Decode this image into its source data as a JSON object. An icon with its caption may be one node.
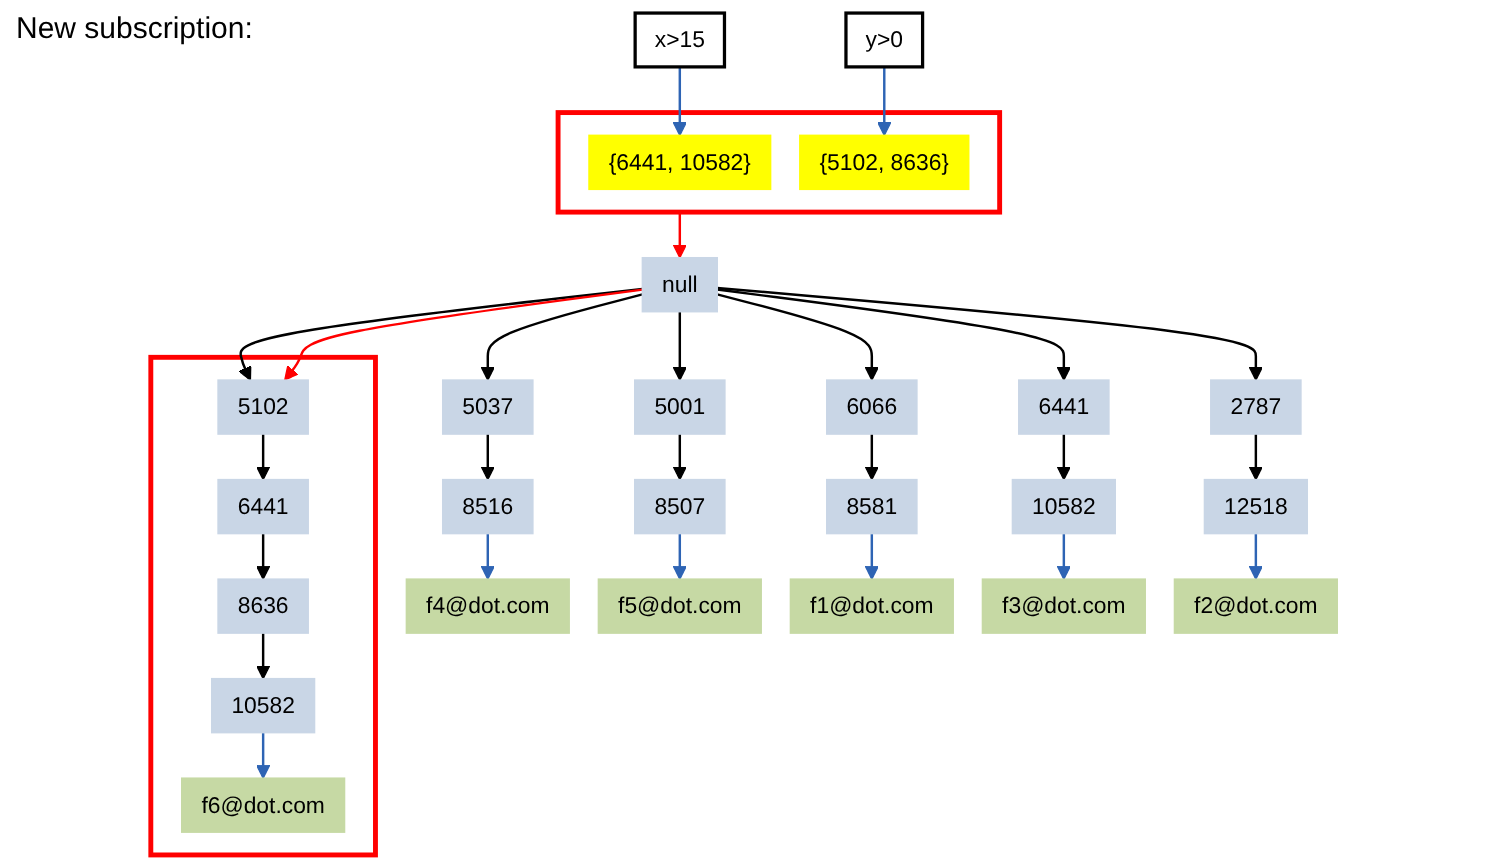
{
  "diagram": {
    "nodes": [
      {
        "text": [
          "null"
        ]
      },
      {
        "text": [
          "5037"
        ]
      },
      {
        "text": [
          "8516"
        ]
      },
      {
        "text": [
          "f4@dot.com"
        ]
      },
      {
        "text": [],
        "shape": "box"
      },
      {
        "text": [
          "5102"
        ],
        "in": 4
      },
      {
        "text": [
          "6441"
        ],
        "in": 4
      },
      {
        "text": [
          "8636"
        ],
        "in": 4
      },
      {
        "text": [
          "10582"
        ],
        "in": 4
      },
      {
        "text": [
          "f6@dot.com"
        ],
        "in": 4
      },
      {
        "text": [
          "5001"
        ]
      },
      {
        "text": [
          "8507"
        ]
      },
      {
        "text": [
          "f5@dot.com"
        ]
      },
      {
        "text": [
          "6066"
        ]
      },
      {
        "text": [
          "8581"
        ]
      },
      {
        "text": [
          "f1@dot.com"
        ]
      },
      {
        "text": [
          "6441"
        ]
      },
      {
        "text": [
          "10582"
        ]
      },
      {
        "text": [
          "f3@dot.com"
        ]
      },
      {
        "text": [
          "2787"
        ]
      },
      {
        "text": [
          "12518"
        ]
      },
      {
        "text": [
          "f2@dot.com"
        ]
      },
      {
        "text": [
          "x>15"
        ]
      },
      {
        "text": [
          "y>0"
        ]
      },
      {
        "text": [],
        "shape": "box"
      },
      {
        "text": [
          "{6441, 10582}"
        ],
        "in": 24
      },
      {
        "text": [
          "{5102, 8636}"
        ],
        "in": 24
      }
    ],
    "edges": [
      {
        "from": 0,
        "to": 1,
        "arrow": "to"
      },
      {
        "from": 0,
        "to": 5,
        "arrow": "to"
      },
      {
        "from": 0,
        "to": 10,
        "arrow": "to"
      },
      {
        "from": 0,
        "to": 13,
        "arrow": "to"
      },
      {
        "from": 0,
        "to": 16,
        "arrow": "to"
      },
      {
        "from": 0,
        "to": 19,
        "arrow": "to"
      },
      {
        "from": 1,
        "to": 2,
        "arrow": "to"
      },
      {
        "from": 2,
        "to": 3,
        "arrow": "to",
        "color": "#2e64b4"
      },
      {
        "from": 5,
        "to": 6,
        "arrow": "to"
      },
      {
        "from": 6,
        "to": 7,
        "arrow": "to"
      },
      {
        "from": 7,
        "to": 8,
        "arrow": "to"
      },
      {
        "from": 8,
        "to": 9,
        "arrow": "to",
        "color": "#2e64b4"
      },
      {
        "from": 10,
        "to": 11,
        "arrow": "to"
      },
      {
        "from": 11,
        "to": 12,
        "arrow": "to",
        "color": "#2e64b4"
      },
      {
        "from": 13,
        "to": 14,
        "arrow": "to"
      },
      {
        "from": 14,
        "to": 15,
        "arrow": "to",
        "color": "#2e64b4"
      },
      {
        "from": 16,
        "to": 17,
        "arrow": "to"
      },
      {
        "from": 17,
        "to": 18,
        "arrow": "to",
        "color": "#2e64b4"
      },
      {
        "from": 19,
        "to": 20,
        "arrow": "to"
      },
      {
        "from": 20,
        "to": 21,
        "arrow": "to",
        "color": "#2e64b4"
      },
      {
        "from": 0,
        "to": 5,
        "arrow": "to",
        "color": "#ff0000"
      },
      {
        "from": 24,
        "to": 0,
        "arrow": "to",
        "color": "#ff0000"
      },
      {
        "from": 22,
        "to": 25,
        "arrow": "to",
        "color": "#2e64b4"
      },
      {
        "from": 23,
        "to": 26,
        "arrow": "to",
        "color": "#2e64b4"
      }
    ],
    "labels": [
      "New subscription:"
    ]
  }
}
